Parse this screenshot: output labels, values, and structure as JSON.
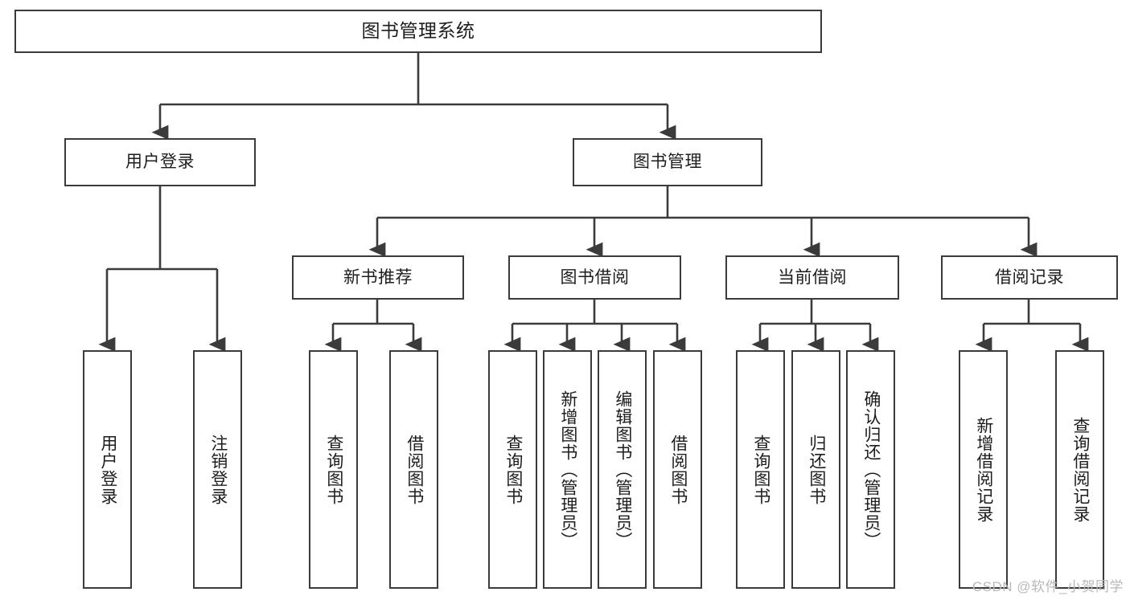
{
  "diagram": {
    "type": "tree-hierarchy",
    "title": "图书管理系统",
    "orientation": "top-down",
    "colors": {
      "box_border": "#3b3b3b",
      "box_fill": "#ffffff",
      "connector": "#3b3b3b",
      "text": "#1d1d1d",
      "watermark": "#b9b9b9"
    },
    "root": {
      "id": "root",
      "label": "图书管理系统",
      "text_direction": "horizontal"
    },
    "level1": [
      {
        "id": "user-login",
        "label": "用户登录",
        "text_direction": "horizontal"
      },
      {
        "id": "book-management",
        "label": "图书管理",
        "text_direction": "horizontal"
      }
    ],
    "level2": [
      {
        "id": "new-book-recommend",
        "label": "新书推荐",
        "parent": "book-management",
        "text_direction": "horizontal"
      },
      {
        "id": "book-borrow",
        "label": "图书借阅",
        "parent": "book-management",
        "text_direction": "horizontal"
      },
      {
        "id": "current-borrow",
        "label": "当前借阅",
        "parent": "book-management",
        "text_direction": "horizontal"
      },
      {
        "id": "borrow-record",
        "label": "借阅记录",
        "parent": "book-management",
        "text_direction": "horizontal"
      }
    ],
    "leaves": [
      {
        "id": "leaf-user-login",
        "label": "用户登录",
        "parent": "user-login",
        "text_direction": "vertical"
      },
      {
        "id": "leaf-logout",
        "label": "注销登录",
        "parent": "user-login",
        "text_direction": "vertical"
      },
      {
        "id": "leaf-query-book-1",
        "label": "查询图书",
        "parent": "new-book-recommend",
        "text_direction": "vertical"
      },
      {
        "id": "leaf-borrow-book-1",
        "label": "借阅图书",
        "parent": "new-book-recommend",
        "text_direction": "vertical"
      },
      {
        "id": "leaf-query-book-2",
        "label": "查询图书",
        "parent": "book-borrow",
        "text_direction": "vertical"
      },
      {
        "id": "leaf-add-book",
        "label": "新增图书（管理员）",
        "parent": "book-borrow",
        "text_direction": "vertical"
      },
      {
        "id": "leaf-edit-book",
        "label": "编辑图书（管理员）",
        "parent": "book-borrow",
        "text_direction": "vertical"
      },
      {
        "id": "leaf-borrow-book-2",
        "label": "借阅图书",
        "parent": "book-borrow",
        "text_direction": "vertical"
      },
      {
        "id": "leaf-query-book-3",
        "label": "查询图书",
        "parent": "current-borrow",
        "text_direction": "vertical"
      },
      {
        "id": "leaf-return-book",
        "label": "归还图书",
        "parent": "current-borrow",
        "text_direction": "vertical"
      },
      {
        "id": "leaf-confirm-return",
        "label": "确认归还（管理员）",
        "parent": "current-borrow",
        "text_direction": "vertical"
      },
      {
        "id": "leaf-add-record",
        "label": "新增借阅记录",
        "parent": "borrow-record",
        "text_direction": "vertical"
      },
      {
        "id": "leaf-query-record",
        "label": "查询借阅记录",
        "parent": "borrow-record",
        "text_direction": "vertical"
      }
    ]
  },
  "watermark": {
    "text": "CSDN @软件_小贺同学"
  }
}
